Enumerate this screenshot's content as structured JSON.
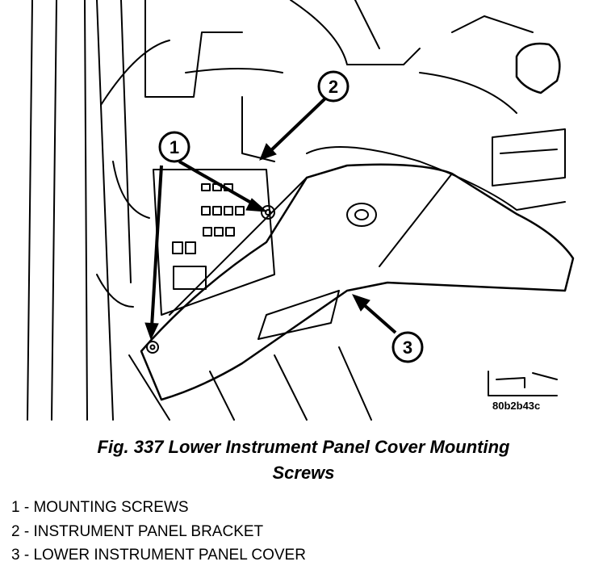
{
  "figure": {
    "image_code": "80b2b43c",
    "callouts": [
      {
        "number": "1"
      },
      {
        "number": "2"
      },
      {
        "number": "3"
      }
    ]
  },
  "caption": {
    "line1": "Fig. 337 Lower Instrument Panel Cover Mounting",
    "line2": "Screws"
  },
  "legend": [
    {
      "text": "1 - MOUNTING SCREWS"
    },
    {
      "text": "2 - INSTRUMENT PANEL BRACKET"
    },
    {
      "text": "3 - LOWER INSTRUMENT PANEL COVER"
    }
  ]
}
